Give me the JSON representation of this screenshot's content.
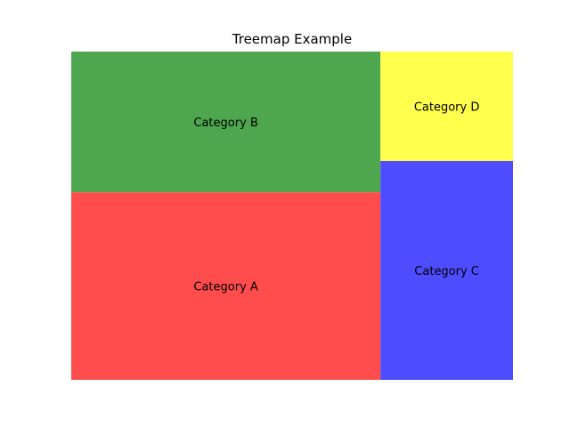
{
  "chart_data": {
    "type": "treemap",
    "title": "Treemap Example",
    "items": [
      {
        "label": "Category A",
        "value": 40,
        "color": "#ff4d4d"
      },
      {
        "label": "Category B",
        "value": 30,
        "color": "#4ea64e"
      },
      {
        "label": "Category C",
        "value": 20,
        "color": "#4d4dff"
      },
      {
        "label": "Category D",
        "value": 10,
        "color": "#ffff4d"
      }
    ],
    "grid": false,
    "axes_visible": false
  }
}
